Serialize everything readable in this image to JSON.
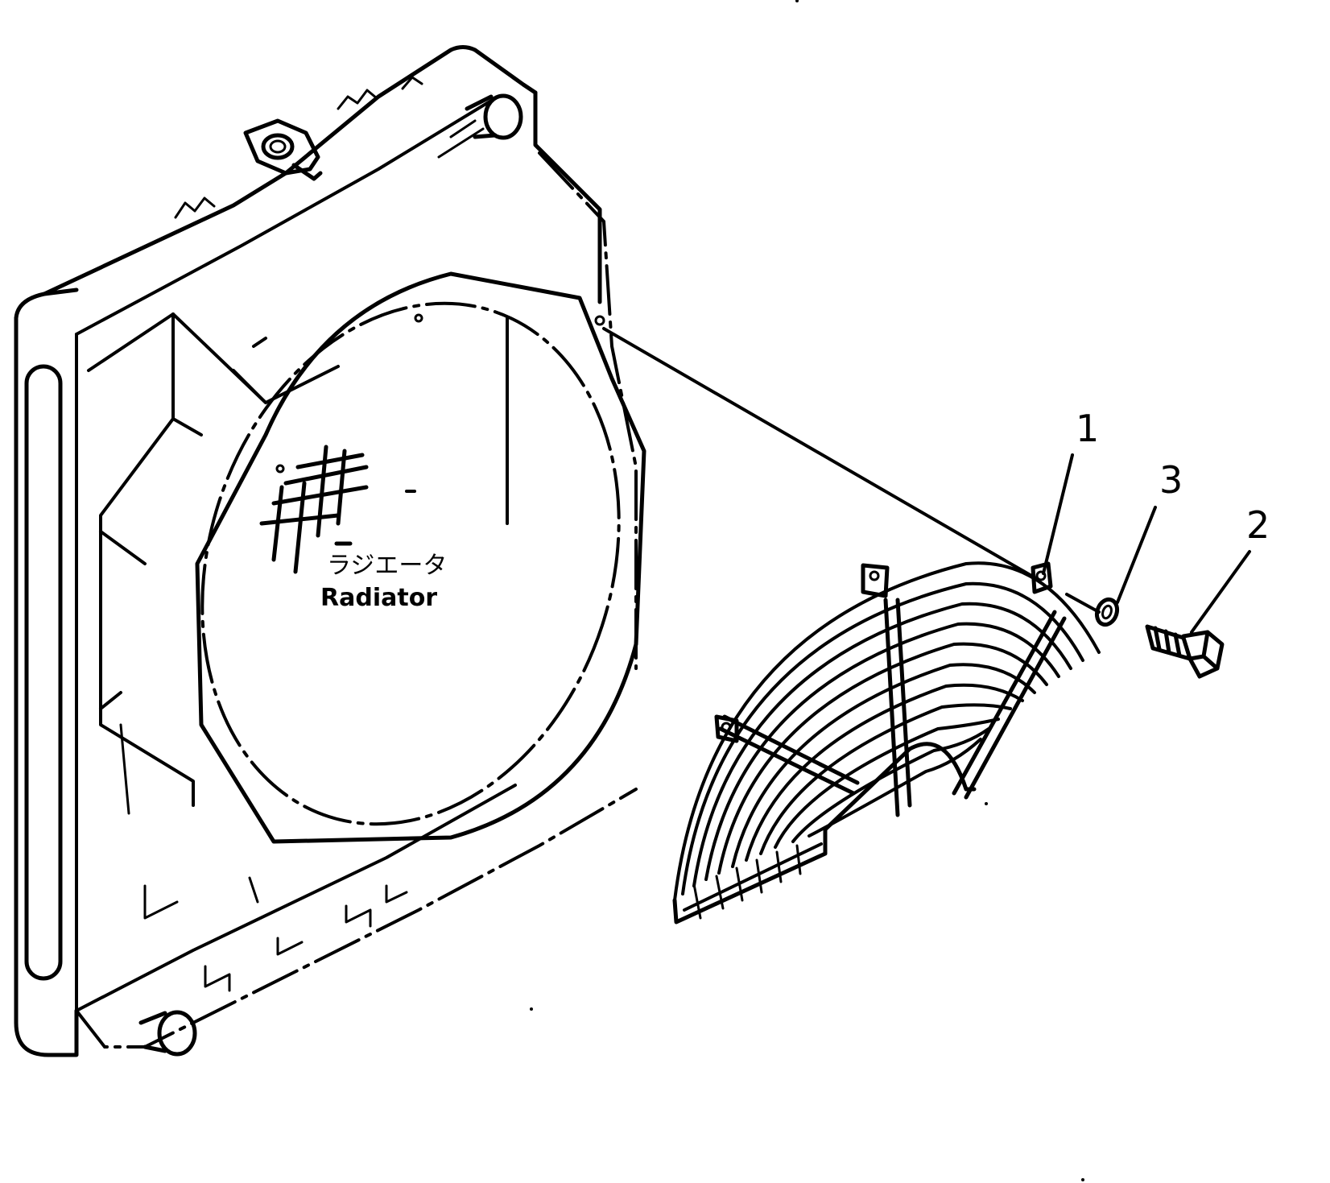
{
  "diagram": {
    "radiator_label_jp": "ラジエータ",
    "radiator_label_en": "Radiator",
    "callouts": [
      {
        "number": "1",
        "part": "fan-guard"
      },
      {
        "number": "2",
        "part": "bolt"
      },
      {
        "number": "3",
        "part": "washer"
      }
    ],
    "ink_color": "#000000",
    "background_color": "#ffffff",
    "icons": [
      "radiator-cap-icon",
      "hose-pipe-icon",
      "washer-icon",
      "bolt-icon",
      "fan-guard-icon"
    ]
  }
}
